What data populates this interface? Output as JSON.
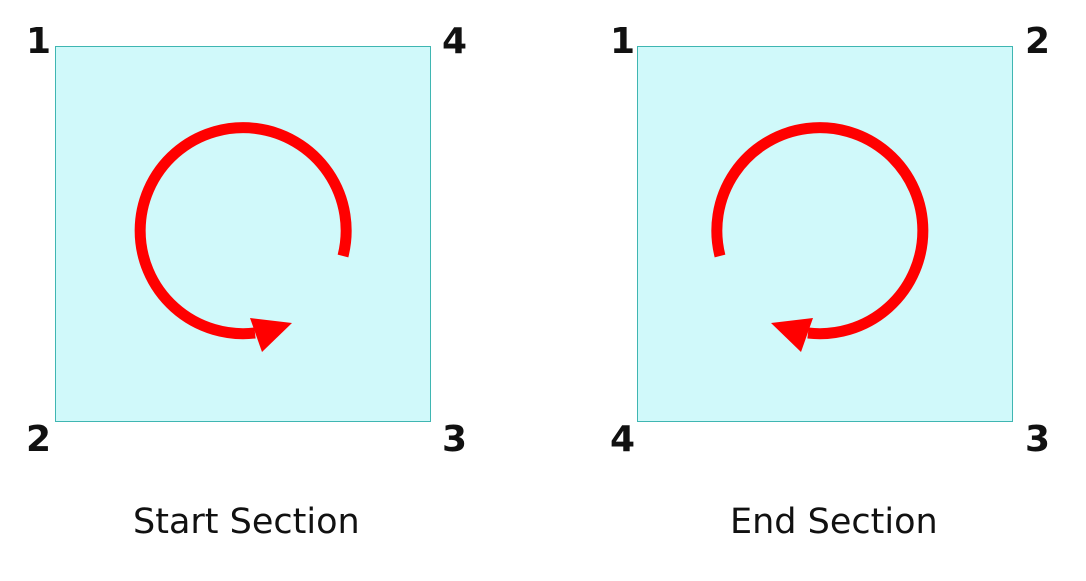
{
  "colors": {
    "square_fill": "#d0f9fa",
    "square_border": "#3fb6b2",
    "arrow": "#ff0000",
    "text": "#111111"
  },
  "start_section": {
    "caption": "Start Section",
    "corners": {
      "top_left": "1",
      "top_right": "4",
      "bottom_left": "2",
      "bottom_right": "3"
    },
    "rotation": "counterclockwise",
    "arrow_icon": "curved-arrow-counterclockwise-icon"
  },
  "end_section": {
    "caption": "End Section",
    "corners": {
      "top_left": "1",
      "top_right": "2",
      "bottom_left": "4",
      "bottom_right": "3"
    },
    "rotation": "clockwise",
    "arrow_icon": "curved-arrow-clockwise-icon"
  }
}
